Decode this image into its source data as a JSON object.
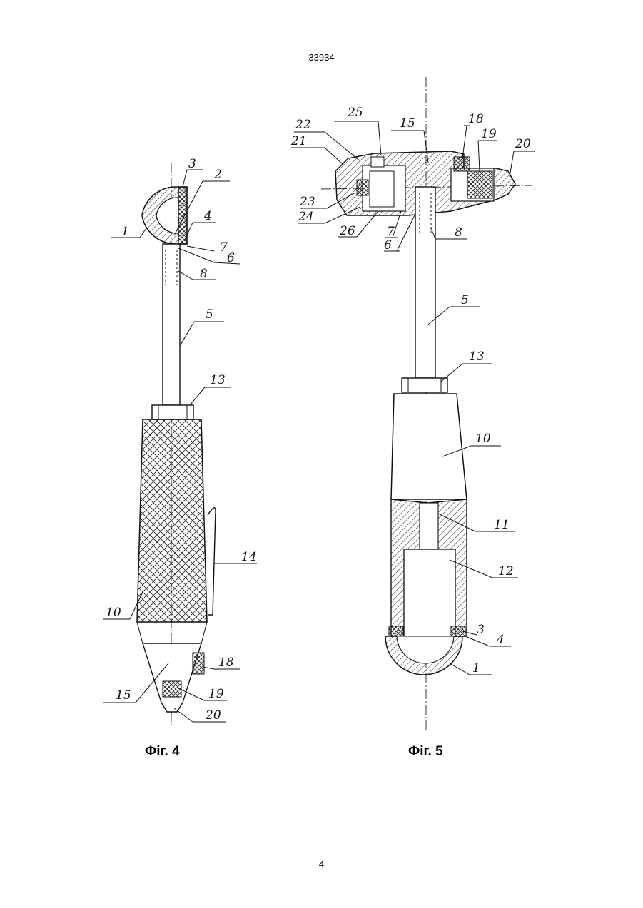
{
  "header": {
    "doc_number": "33934"
  },
  "footer": {
    "page_number": "4"
  },
  "figures": [
    {
      "caption": "Фіг. 4",
      "labels": [
        "3",
        "2",
        "1",
        "4",
        "7",
        "6",
        "8",
        "5",
        "13",
        "14",
        "10",
        "18",
        "15",
        "19",
        "20"
      ]
    },
    {
      "caption": "Фіг. 5",
      "labels": [
        "25",
        "15",
        "18",
        "19",
        "20",
        "22",
        "21",
        "23",
        "24",
        "26",
        "7",
        "6",
        "8",
        "5",
        "13",
        "10",
        "11",
        "12",
        "3",
        "4",
        "1"
      ]
    }
  ]
}
